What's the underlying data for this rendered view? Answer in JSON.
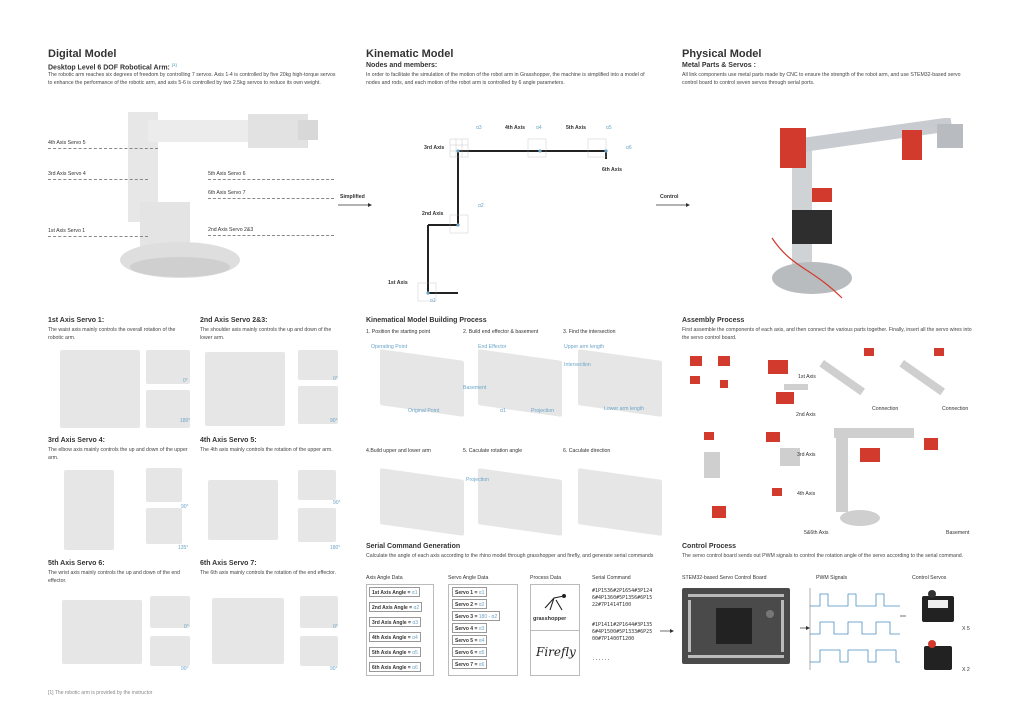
{
  "digital": {
    "title": "Digital Model",
    "subtitle": "Desktop Level 6 DOF Robotical Arm:",
    "footnote_mark": "[1]",
    "body": "The robotic arm reaches six degrees of freedom by controlling 7 servos. Axis 1-4 is controlled by five 20kg high-torque servos to enhance the performance of the robotic arm, and axis 5-6 is controlled by two 2.5kg servos to reduce its own weight.",
    "labels": [
      "4th Axis  Servo 5",
      "3rd Axis  Servo 4",
      "1st Axis  Servo 1",
      "5th Axis  Servo 6",
      "6th Axis  Servo 7",
      "2nd Axis  Servo 2&3"
    ]
  },
  "kinematic": {
    "title": "Kinematic Model",
    "subtitle": "Nodes and members:",
    "body": "In order to facilitate the simulation of the motion of the robot arm in Grasshopper, the machine is simplified into a model of nodes and rods, and each motion of the robot arm is controlled by 6 angle parameters.",
    "axes": [
      "1st Axis",
      "2nd Axis",
      "3rd Axis",
      "4th Axis",
      "5th Axis",
      "6th Axis"
    ],
    "angles": [
      "α1",
      "α2",
      "α3",
      "α4",
      "α5",
      "α6"
    ],
    "arrow_left": "Simplified",
    "arrow_right": "Control"
  },
  "physical": {
    "title": "Physical Model",
    "subtitle": "Metal Parts & Servos :",
    "body": "All link components use metal parts made by CNC to ensure the strength of the robot arm, and use STEM32-based servo control board to control seven servos through serial ports."
  },
  "axes_detail": [
    {
      "title": "1st Axis  Servo 1:",
      "body": "The waist axis mainly controls the overall rotation of the robotic arm.",
      "a": "0°",
      "b": "180°"
    },
    {
      "title": "2nd Axis  Servo 2&3:",
      "body": "The shoulder axis mainly controls the up and down of the lower arm.",
      "a": "0°",
      "b": "90°"
    },
    {
      "title": "3rd Axis  Servo 4:",
      "body": "The elbow axis mainly controls the up and down of the upper arm.",
      "a": "90°",
      "b": "135°"
    },
    {
      "title": "4th Axis  Servo 5:",
      "body": "The 4th axis mainly controls the rotation of the upper arm.",
      "a": "90°",
      "b": "180°"
    },
    {
      "title": "5th Axis  Servo 6:",
      "body": "The wrist axis mainly controls the up and down of the end effector.",
      "a": "0°",
      "b": "90°"
    },
    {
      "title": "6th Axis  Servo 7:",
      "body": "The 6th axis mainly controls the rotation of the end effector.",
      "a": "0°",
      "b": "90°"
    }
  ],
  "building": {
    "title": "Kinematical Model Building Process",
    "steps": [
      "1. Position the starting point",
      "2. Build end effector & basement",
      "3. Find the intersection",
      "4.Build upper and lower arm",
      "5. Caculate rotation angle",
      "6. Caculate direction"
    ],
    "labels": {
      "operating_point": "Operating Point",
      "original_point": "Original Point",
      "basement": "Basement",
      "end_effector": "End Effector",
      "projection": "Projection",
      "a1": "α1",
      "upper_arm": "Upper arm length",
      "intersection": "Intersection",
      "lower_arm": "Lower arm length",
      "projection2": "Projection"
    }
  },
  "serial": {
    "title": "Serial Command Generation",
    "body": "Calculate the angle of each axis according to the rhino model through grasshopper and firefly, and generate serial commands",
    "col_axis": "Axis Angle Data",
    "col_servo": "Servo Angle Data",
    "col_process": "Process Data",
    "col_cmd": "Serial Command",
    "axis_rows": [
      {
        "k": "1st Axis Angle = ",
        "v": "α1"
      },
      {
        "k": "2nd Axis Angle = ",
        "v": "α2"
      },
      {
        "k": "3rd Axis Angle = ",
        "v": "α3"
      },
      {
        "k": "4th Axis Angle = ",
        "v": "α4"
      },
      {
        "k": "5th Axis Angle = ",
        "v": "α5"
      },
      {
        "k": "6th Axis Angle = ",
        "v": "α6"
      }
    ],
    "servo_rows": [
      {
        "k": "Servo 1 = ",
        "v": "α1"
      },
      {
        "k": "Servo 2 = ",
        "v": "α2"
      },
      {
        "k": "Servo 3 = ",
        "v": "180 - α2"
      },
      {
        "k": "Servo 4 = ",
        "v": "α3"
      },
      {
        "k": "Servo 5 = ",
        "v": "α4"
      },
      {
        "k": "Servo 6 = ",
        "v": "α5"
      },
      {
        "k": "Servo 7 = ",
        "v": "α6"
      }
    ],
    "process_1": "grasshopper",
    "process_2": "Firefly",
    "cmd_1": "#1P1536#2P1654#3P1246#4P1360#5P1356#6P1522#7P1414T100",
    "cmd_2": "#1P1411#2P1644#3P1356#4P1500#5P1333#6P2500#7P1400T1200",
    "cmd_3": "......"
  },
  "assembly": {
    "title": "Assembly Process",
    "body": "First assemble the components of each axis, and then connect the various parts together. Finally, insert all the servo wires into the servo control board.",
    "labels": [
      "1st Axis",
      "2nd Axis",
      "Connection",
      "Connection",
      "3rd Axis",
      "4th Axis",
      "5&6th Axis",
      "Basement"
    ]
  },
  "control": {
    "title": "Control Process",
    "body": "The servo control board sends out PWM signals to control the rotation angle of the servo according to the serial command.",
    "col_board": "STEM32-based Servo Control Board",
    "col_pwm": "PWM Signals",
    "col_servos": "Control Servos",
    "x5": "X 5",
    "x2": "X 2"
  },
  "footnote": "[1] The robotic arm is provided by the instructor"
}
